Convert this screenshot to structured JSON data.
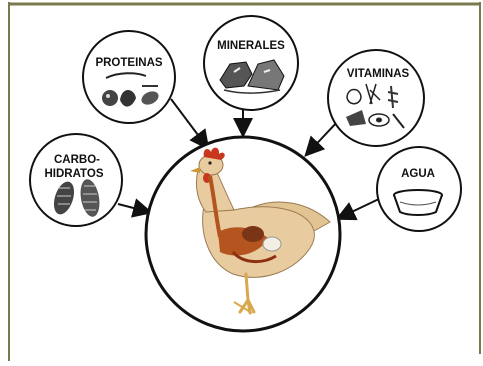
{
  "diagram": {
    "center_subject_icon": "hen-anatomy-icon",
    "nutrients": [
      {
        "id": "proteinas",
        "label": "PROTEINAS",
        "icon": "protein-foods-icon"
      },
      {
        "id": "minerales",
        "label": "MINERALES",
        "icon": "mineral-rocks-icon"
      },
      {
        "id": "vitaminas",
        "label": "VITAMINAS",
        "icon": "vitamin-foods-icon"
      },
      {
        "id": "carbohidratos",
        "label_line1": "CARBO-",
        "label_line2": "HIDRATOS",
        "icon": "corn-cobs-icon"
      },
      {
        "id": "agua",
        "label": "AGUA",
        "icon": "water-bowl-icon"
      }
    ],
    "colors": {
      "frame_olive": "#7b7a4c",
      "outline": "#111111",
      "hen_body": "#e8cca0",
      "hen_comb": "#c8381e",
      "hen_organs": "#b4541f",
      "hen_legs": "#d9a84e"
    }
  }
}
